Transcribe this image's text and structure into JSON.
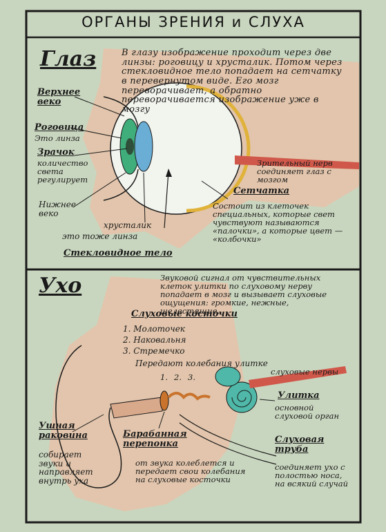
{
  "title": "ОРГАНЫ ЗРЕНИЯ и СЛУХА",
  "eye": {
    "heading": "Глаз",
    "intro": "В глазу изображение проходит через две линзы: роговицу и хрусталик. Потом через стекловидное тело попадает на сетчатку в перевернутом виде. Его мозг переворачивает, а обратно переворачивается изображение уже в мозгу",
    "labels": {
      "upper_lid": "Верхнее веко",
      "cornea": "Роговица",
      "cornea_note": "Это линза",
      "pupil": "Зрачок",
      "pupil_note": "количество света регулирует",
      "lower_lid": "Нижнее веко",
      "lens": "хрусталик",
      "lens_note": "это тоже линза",
      "vitreous": "Стекловидное тело",
      "optic_nerve": "Зрительный нерв соединяет глаз с мозгом",
      "retina": "Сетчатка",
      "retina_note": "Состоит из клеточек специальных, которые свет чувствуют называются «палочки», а которые цвет — «колбочки»"
    }
  },
  "ear": {
    "heading": "Ухо",
    "signal": "Звуковой сигнал от чувствительных клеток улитки по слуховому нерву попадает в мозг и вызывает слуховые ощущения: громкие, нежные, шелестящие...",
    "ossicles_title": "Слуховые косточки",
    "ossicles": [
      "1. Молоточек",
      "2. Наковальня",
      "3. Стремечко"
    ],
    "ossicles_note": "Передают колебания улитке",
    "ossicle_marks": [
      "1.",
      "2.",
      "3."
    ],
    "auditory_nerve": "слуховые нервы",
    "cochlea": "Улитка",
    "cochlea_note": "основной слуховой орган",
    "auricle": "Ушная раковина",
    "auricle_note": "собирает звуки и направляет внутрь уха",
    "eardrum": "Барабанная перепонка",
    "eardrum_note": "от звука колеблется и передает свои колебания на слуховые косточки",
    "tube": "Слуховая труба",
    "tube_note": "соединяет ухо с полостью носа, на всякий случай"
  },
  "colors": {
    "paper": "#c9d6bf",
    "skin": "#e6c2a8",
    "ink": "#1a1a1a",
    "iris_green": "#3fae7a",
    "lens_blue": "#6aaed6",
    "nerve_red": "#d0584a",
    "cochlea_teal": "#4fb8a8",
    "ossicle_orange": "#c9732c"
  }
}
